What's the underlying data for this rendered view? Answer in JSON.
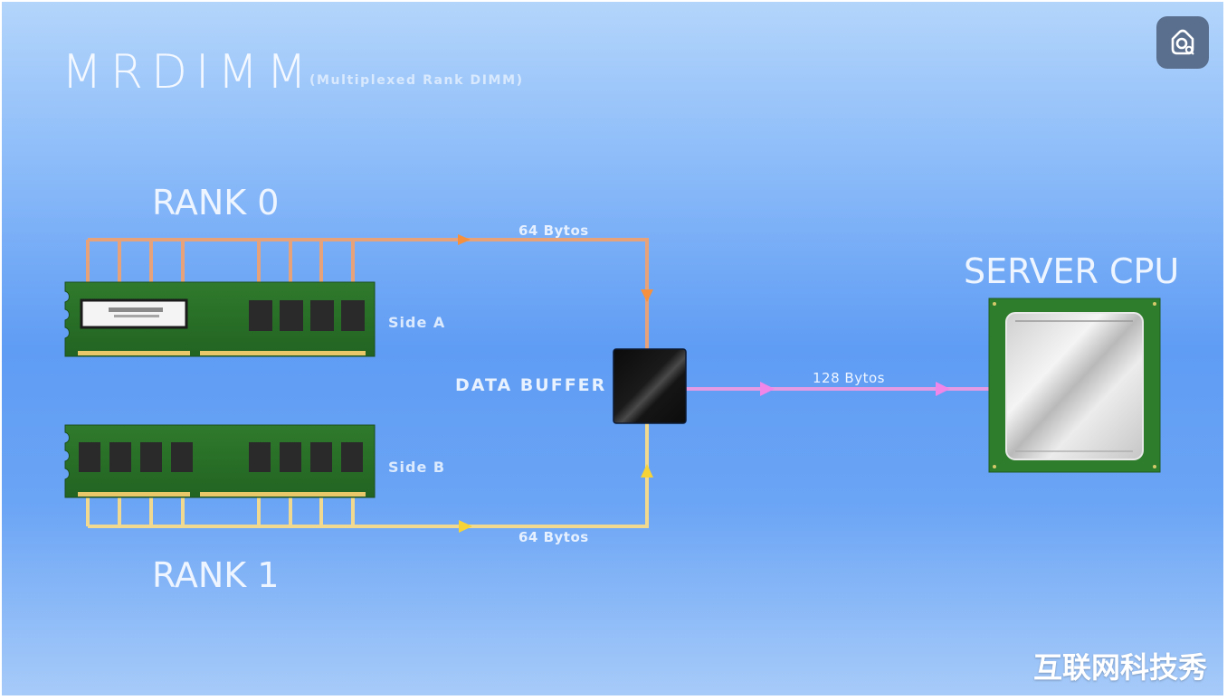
{
  "title": "MRDIMM",
  "subtitle": "(Multiplexed Rank DIMM)",
  "ranks": [
    {
      "label": "RANK 0",
      "side": "Side A",
      "bus_label": "64 Bytos",
      "bus_color": "#e8a27a",
      "arrow_color": "#f5913e"
    },
    {
      "label": "RANK 1",
      "side": "Side B",
      "bus_label": "64 Bytos",
      "bus_color": "#f1d98f",
      "arrow_color": "#f6d337"
    }
  ],
  "data_buffer": {
    "label": "DATA BUFFER"
  },
  "output_bus": {
    "label": "128 Bytos",
    "color": "#e39be3",
    "arrow_color": "#ef86e8"
  },
  "cpu": {
    "label": "SERVER CPU"
  },
  "icons": {
    "lens": "image-search-icon"
  },
  "watermark": "互联网科技秀"
}
